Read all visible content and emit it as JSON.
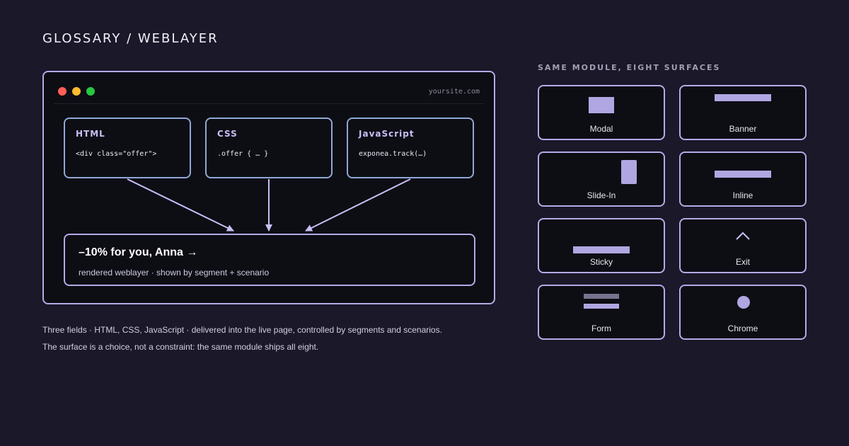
{
  "page": {
    "title": "GLOSSARY / WEBLAYER"
  },
  "browser": {
    "url": "yoursite.com",
    "fields": [
      {
        "label": "HTML",
        "code": "<div class=\"offer\">"
      },
      {
        "label": "CSS",
        "code": ".offer { … }"
      },
      {
        "label": "JavaScript",
        "code": "exponea.track(…)"
      }
    ],
    "result": {
      "headline": "–10% for you, Anna →",
      "caption": "rendered weblayer · shown by segment + scenario"
    }
  },
  "description": {
    "line1": "Three fields · HTML, CSS, JavaScript · delivered into the live page, controlled by segments and scenarios.",
    "line2": "The surface is a choice, not a constraint: the same module ships all eight."
  },
  "surfaces": {
    "title": "SAME MODULE, EIGHT SURFACES",
    "items": [
      {
        "label": "Modal",
        "icon": "modal-icon"
      },
      {
        "label": "Banner",
        "icon": "banner-icon"
      },
      {
        "label": "Slide-In",
        "icon": "slide-in-icon"
      },
      {
        "label": "Inline",
        "icon": "inline-icon"
      },
      {
        "label": "Sticky",
        "icon": "sticky-icon"
      },
      {
        "label": "Exit",
        "icon": "exit-chevron-icon"
      },
      {
        "label": "Form",
        "icon": "form-icon"
      },
      {
        "label": "Chrome",
        "icon": "chrome-dot-icon"
      }
    ]
  },
  "colors": {
    "background": "#1a1829",
    "panel": "#0d0d14",
    "accent": "#b4aae6",
    "field_border": "#8fa8d4",
    "field_label": "#c8bff5"
  }
}
